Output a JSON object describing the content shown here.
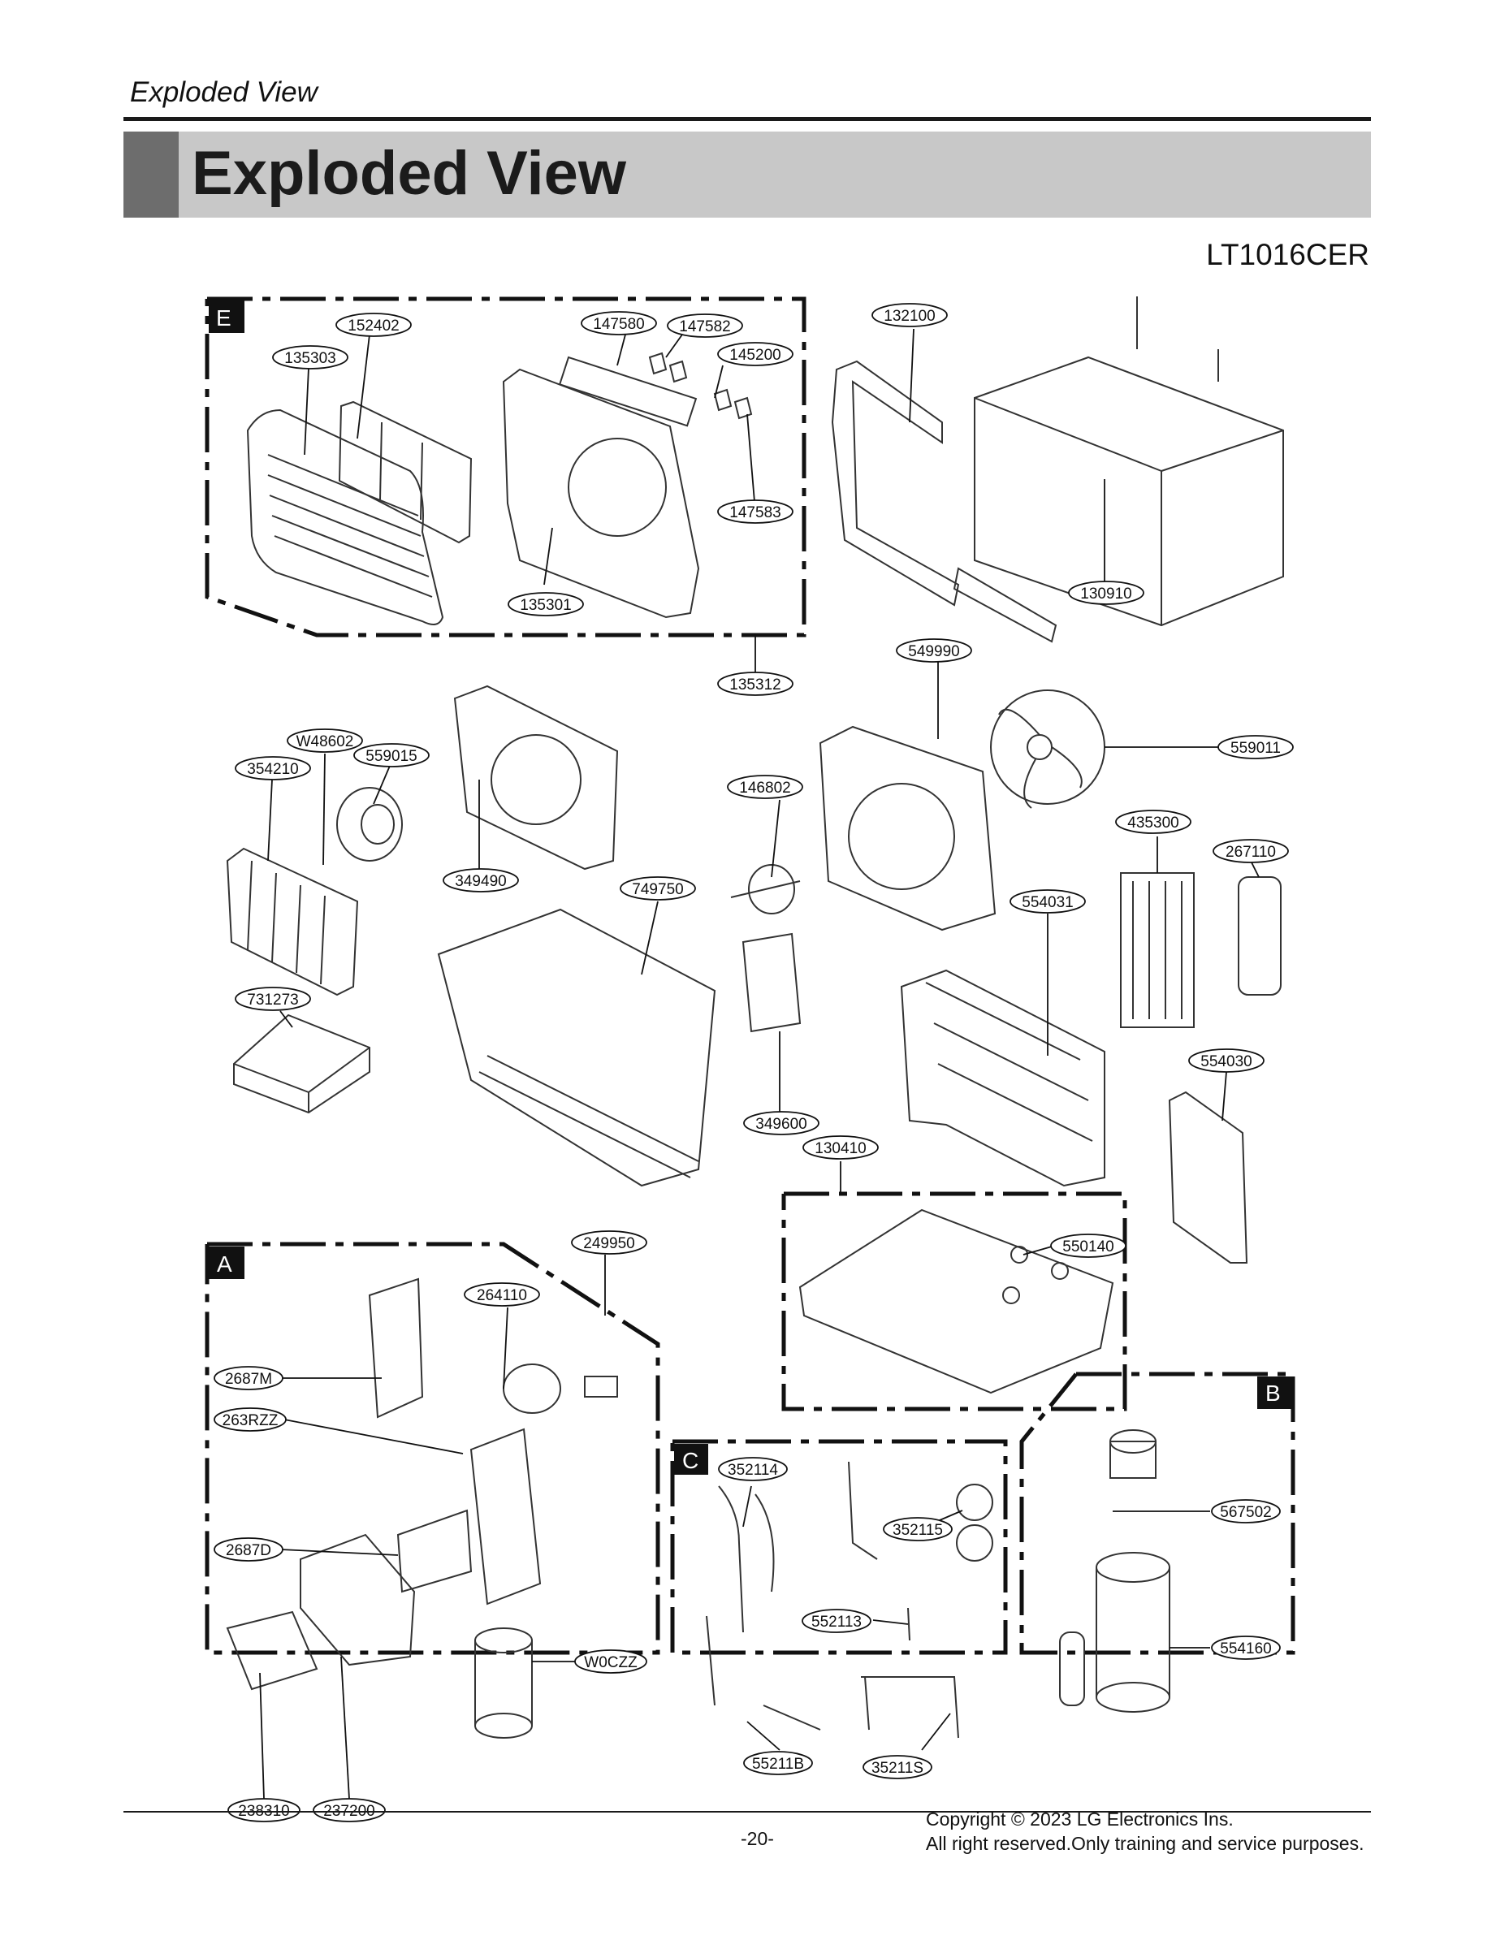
{
  "header": {
    "section": "Exploded View",
    "title": "Exploded View",
    "model": "LT1016CER"
  },
  "sections": {
    "e": "E",
    "a": "A",
    "b": "B",
    "c": "C"
  },
  "parts": {
    "p152402": "152402",
    "p135303": "135303",
    "p147580": "147580",
    "p147582": "147582",
    "p145200": "145200",
    "p147583": "147583",
    "p135301": "135301",
    "p135312": "135312",
    "p132100": "132100",
    "p130910": "130910",
    "p549990": "549990",
    "p559011": "559011",
    "pW48602": "W48602",
    "p559015": "559015",
    "p354210": "354210",
    "p349490": "349490",
    "p146802": "146802",
    "p749750": "749750",
    "p435300": "435300",
    "p267110": "267110",
    "p554031": "554031",
    "p731273": "731273",
    "p554030": "554030",
    "p349600": "349600",
    "p130410": "130410",
    "p550140": "550140",
    "p249950": "249950",
    "p264110": "264110",
    "p2687M": "2687M",
    "p263RZZ": "263RZZ",
    "p2687D": "2687D",
    "pW0CZZ": "W0CZZ",
    "p238310": "238310",
    "p237200": "237200",
    "p352114": "352114",
    "p352115": "352115",
    "p552113": "552113",
    "p55211B": "55211B",
    "p35211S": "35211S",
    "p567502": "567502",
    "p554160": "554160"
  },
  "footer": {
    "page": "-20-",
    "copyright": "Copyright © 2023 LG Electronics Ins.",
    "rights": "All right reserved.Only training and service purposes."
  }
}
